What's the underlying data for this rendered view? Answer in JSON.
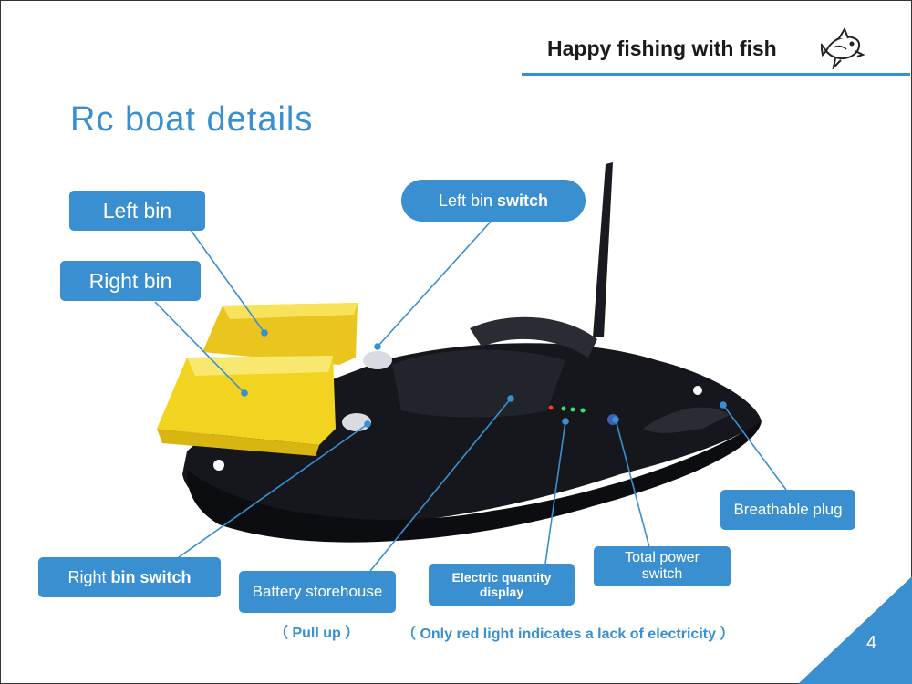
{
  "header": {
    "title": "Happy fishing with fish",
    "logo_icon": "fish-logo-icon"
  },
  "page": {
    "title": "Rc boat details",
    "number": "4"
  },
  "labels": {
    "left_bin": "Left bin",
    "right_bin": "Right bin",
    "left_bin_switch": {
      "text": "Left bin",
      "bold": "switch"
    },
    "right_bin_switch": {
      "text": "Right",
      "bold": "bin switch"
    },
    "battery_storehouse": "Battery storehouse",
    "electric_quantity_display_1": "Electric quantity",
    "electric_quantity_display_2": "display",
    "total_power_switch_1": "Total power",
    "total_power_switch_2": "switch",
    "breathable_plug": "Breathable plug"
  },
  "notes": {
    "pull_up": "（ Pull up ）",
    "red_light": "（ Only red light indicates a lack of electricity ）"
  },
  "colors": {
    "accent": "#3a8fd0",
    "bin_yellow": "#f2d31f",
    "hull": "#15171c"
  }
}
